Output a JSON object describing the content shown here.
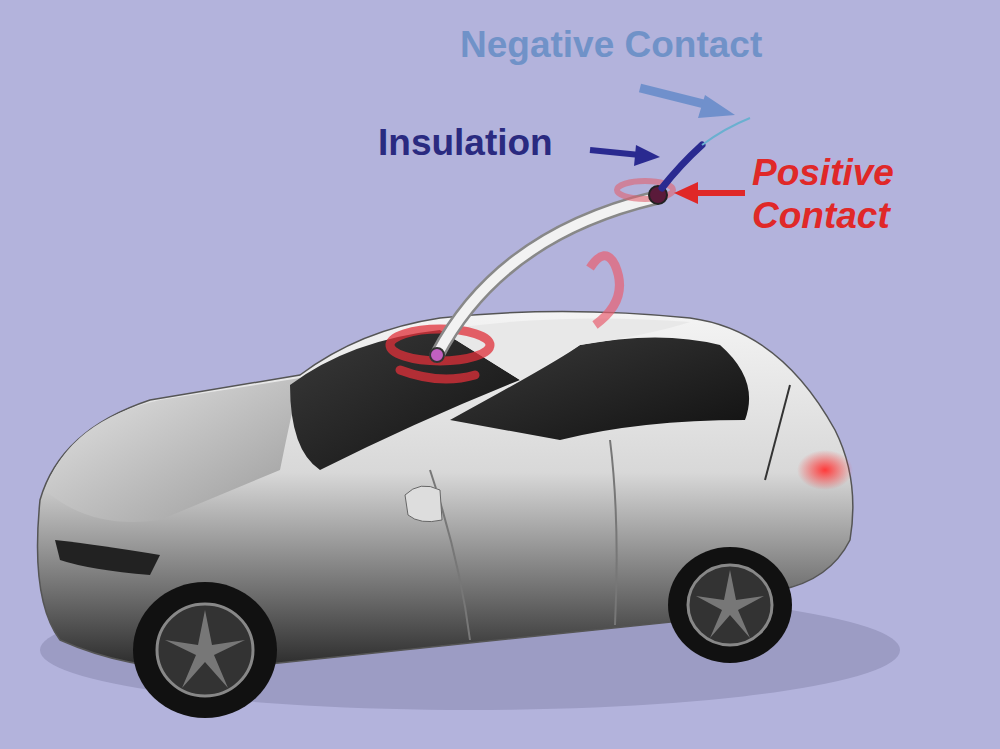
{
  "diagram": {
    "labels": [
      "Negative Contact",
      "Insulation",
      "Positive Contact"
    ]
  }
}
